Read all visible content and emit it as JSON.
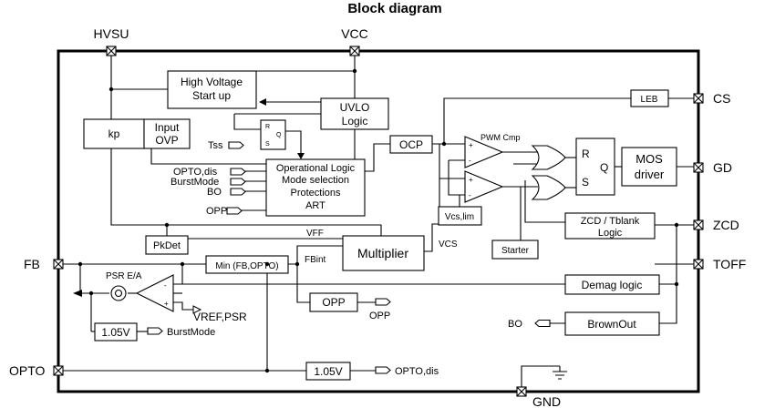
{
  "title": "Block diagram",
  "pins": {
    "hvsu": "HVSU",
    "vcc": "VCC",
    "cs": "CS",
    "gd": "GD",
    "zcd": "ZCD",
    "toff": "TOFF",
    "fb": "FB",
    "opto": "OPTO",
    "gnd": "GND"
  },
  "blocks": {
    "hv_startup_line1": "High Voltage",
    "hv_startup_line2": "Start up",
    "uvlo_line1": "UVLO",
    "uvlo_line2": "Logic",
    "kp": "kp",
    "input_ovp_line1": "Input",
    "input_ovp_line2": "OVP",
    "ff_r": "R",
    "ff_q": "Q",
    "ff_s": "S",
    "oplogic_line1": "Operational Logic",
    "oplogic_line2": "Mode selection",
    "oplogic_line3": "Protections",
    "oplogic_line4": "ART",
    "ocp": "OCP",
    "leb": "LEB",
    "pwm_cmp": "PWM Cmp",
    "rs_r": "R",
    "rs_q": "Q",
    "rs_s": "S",
    "mos_driver_line1": "MOS",
    "mos_driver_line2": "driver",
    "vcs_lim": "Vcs,lim",
    "starter": "Starter",
    "zcd_line1": "ZCD / Tblank",
    "zcd_line2": "Logic",
    "pkdet": "PkDet",
    "multiplier": "Multiplier",
    "min_fb_opto": "Min (FB,OPTO)",
    "psr_ea": "PSR E/A",
    "vref_psr": "VREF,PSR",
    "opp_block": "OPP",
    "ref_burst": "1.05V",
    "ref_opto": "1.05V",
    "demag_logic": "Demag logic",
    "brownout": "BrownOut"
  },
  "signals": {
    "tss": "Tss",
    "opto_dis": "OPTO,dis",
    "burst_mode": "BurstMode",
    "bo": "BO",
    "opp": "OPP",
    "vff": "VFF",
    "vcs": "VCS",
    "fbint": "FBint",
    "opp_out": "OPP",
    "burst_mode_out": "BurstMode",
    "opto_dis_out": "OPTO,dis",
    "bo_in": "BO"
  }
}
